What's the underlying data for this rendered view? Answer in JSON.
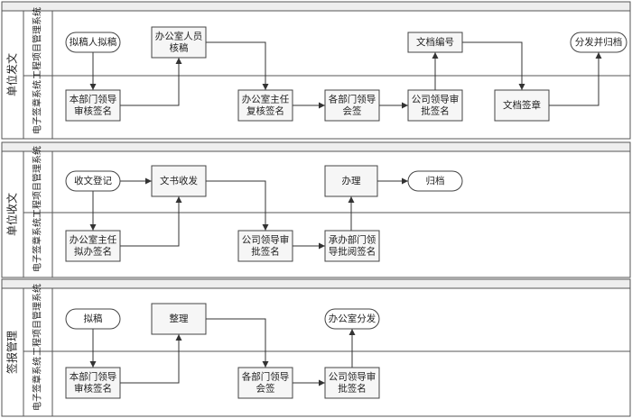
{
  "pools": [
    {
      "title": "单位发文",
      "lanes": [
        "工程项目管理系统",
        "电子签章系统"
      ],
      "nodes": [
        {
          "id": "a1",
          "label": [
            "拟稿人拟稿"
          ],
          "shape": "terminal"
        },
        {
          "id": "a2",
          "label": [
            "办公室人员",
            "核稿"
          ],
          "shape": "process"
        },
        {
          "id": "a3",
          "label": [
            "文档编号"
          ],
          "shape": "process"
        },
        {
          "id": "a4",
          "label": [
            "分发并归档"
          ],
          "shape": "terminal"
        },
        {
          "id": "a5",
          "label": [
            "本部门领导",
            "审核签名"
          ],
          "shape": "process"
        },
        {
          "id": "a6",
          "label": [
            "办公室主任",
            "复核签名"
          ],
          "shape": "process"
        },
        {
          "id": "a7",
          "label": [
            "各部门领导",
            "会签"
          ],
          "shape": "process"
        },
        {
          "id": "a8",
          "label": [
            "公司领导审",
            "批签名"
          ],
          "shape": "process"
        },
        {
          "id": "a9",
          "label": [
            "文档签章"
          ],
          "shape": "process"
        }
      ]
    },
    {
      "title": "单位收文",
      "lanes": [
        "工程项目管理系统",
        "电子签章系统"
      ],
      "nodes": [
        {
          "id": "b1",
          "label": [
            "收文登记"
          ],
          "shape": "terminal"
        },
        {
          "id": "b2",
          "label": [
            "文书收发"
          ],
          "shape": "process"
        },
        {
          "id": "b3",
          "label": [
            "办理"
          ],
          "shape": "process"
        },
        {
          "id": "b4",
          "label": [
            "归档"
          ],
          "shape": "terminal"
        },
        {
          "id": "b5",
          "label": [
            "办公室主任",
            "拟办签名"
          ],
          "shape": "process"
        },
        {
          "id": "b6",
          "label": [
            "公司领导审",
            "批签名"
          ],
          "shape": "process"
        },
        {
          "id": "b7",
          "label": [
            "承办部门领",
            "导批阅签名"
          ],
          "shape": "process"
        }
      ]
    },
    {
      "title": "签报管理",
      "lanes": [
        "工程项目管理系统",
        "电子签章系统"
      ],
      "nodes": [
        {
          "id": "c1",
          "label": [
            "拟稿"
          ],
          "shape": "terminal"
        },
        {
          "id": "c2",
          "label": [
            "整理"
          ],
          "shape": "process"
        },
        {
          "id": "c3",
          "label": [
            "办公室分发"
          ],
          "shape": "terminal"
        },
        {
          "id": "c4",
          "label": [
            "本部门领导",
            "审核签名"
          ],
          "shape": "process"
        },
        {
          "id": "c5",
          "label": [
            "各部门领导",
            "会签"
          ],
          "shape": "process"
        },
        {
          "id": "c6",
          "label": [
            "公司领导审",
            "批签名"
          ],
          "shape": "process"
        }
      ]
    }
  ],
  "edges": [
    {
      "from": "a1",
      "to": "a5"
    },
    {
      "from": "a5",
      "to": "a2"
    },
    {
      "from": "a2",
      "to": "a6"
    },
    {
      "from": "a6",
      "to": "a7"
    },
    {
      "from": "a7",
      "to": "a8"
    },
    {
      "from": "a8",
      "to": "a3"
    },
    {
      "from": "a3",
      "to": "a9"
    },
    {
      "from": "a9",
      "to": "a4"
    },
    {
      "from": "b1",
      "to": "b2"
    },
    {
      "from": "b1",
      "to": "b5"
    },
    {
      "from": "b5",
      "to": "b2"
    },
    {
      "from": "b2",
      "to": "b6"
    },
    {
      "from": "b6",
      "to": "b7"
    },
    {
      "from": "b7",
      "to": "b3"
    },
    {
      "from": "b3",
      "to": "b4"
    },
    {
      "from": "c1",
      "to": "c4"
    },
    {
      "from": "c4",
      "to": "c2"
    },
    {
      "from": "c2",
      "to": "c5"
    },
    {
      "from": "c5",
      "to": "c6"
    },
    {
      "from": "c6",
      "to": "c3"
    }
  ]
}
